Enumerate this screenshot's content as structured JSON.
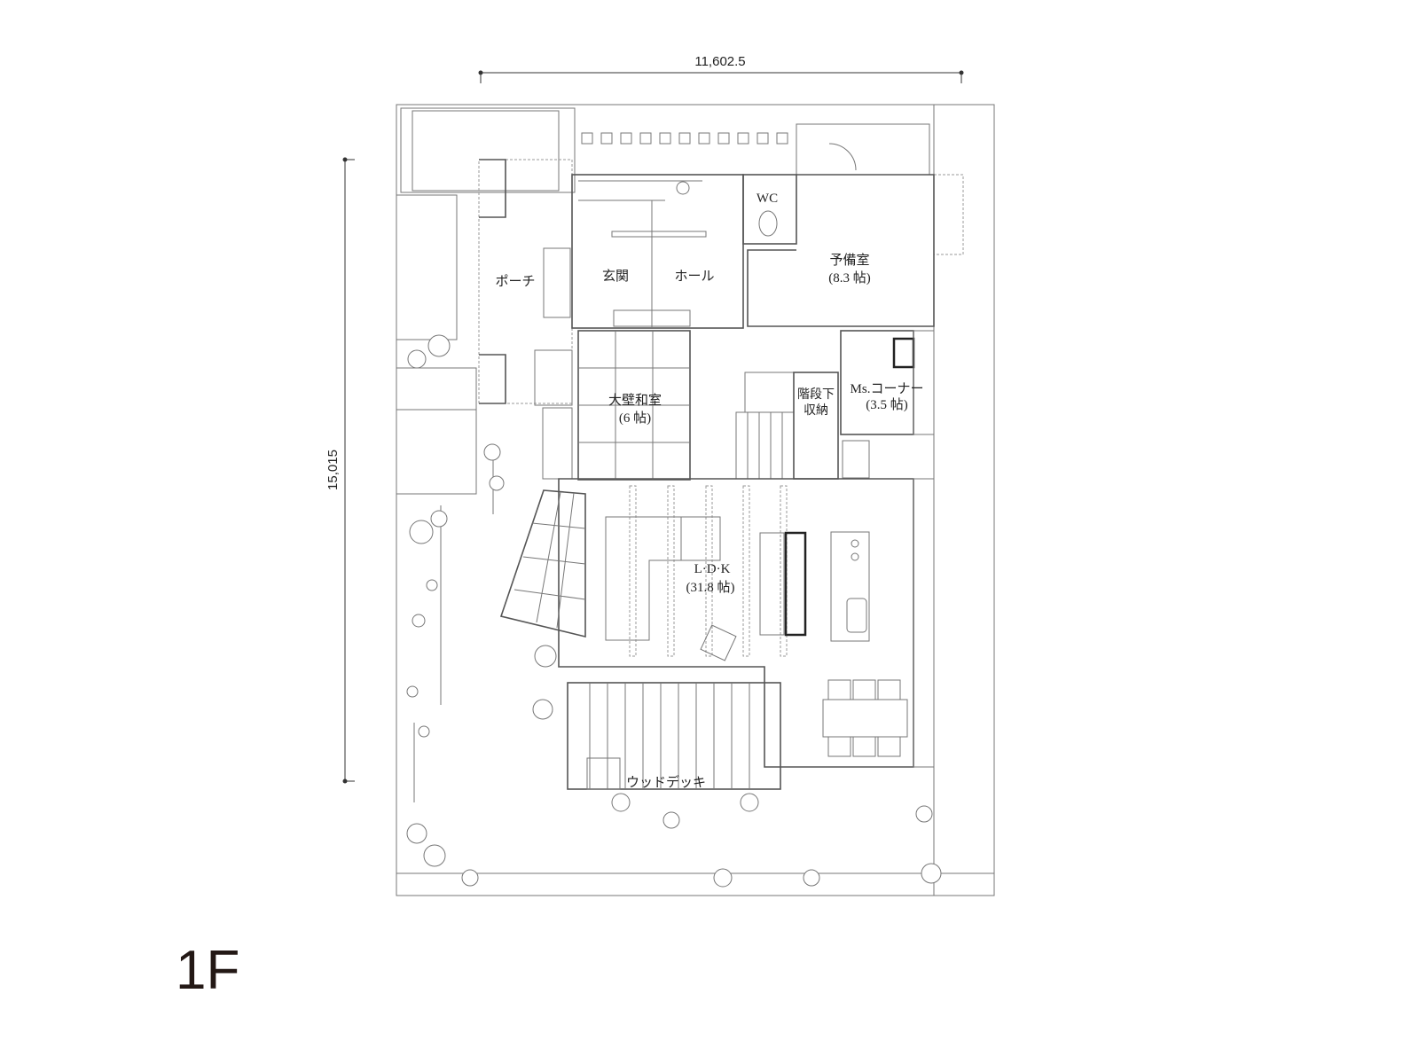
{
  "floor_label": "1F",
  "dimensions": {
    "width": "11,602.5",
    "depth": "15,015"
  },
  "rooms": {
    "porch": "ポーチ",
    "entrance": "玄関",
    "hall": "ホール",
    "wc": "WC",
    "spare_room": "予備室",
    "spare_room_size": "(8.3 帖)",
    "japanese_room": "大壁和室",
    "japanese_room_size": "(6 帖)",
    "under_stairs_1": "階段下",
    "under_stairs_2": "収納",
    "ms_corner": "Ms.コーナー",
    "ms_corner_size": "(3.5 帖)",
    "ldk": "L·D·K",
    "ldk_size": "(31.8 帖)",
    "wood_deck": "ウッドデッキ"
  }
}
